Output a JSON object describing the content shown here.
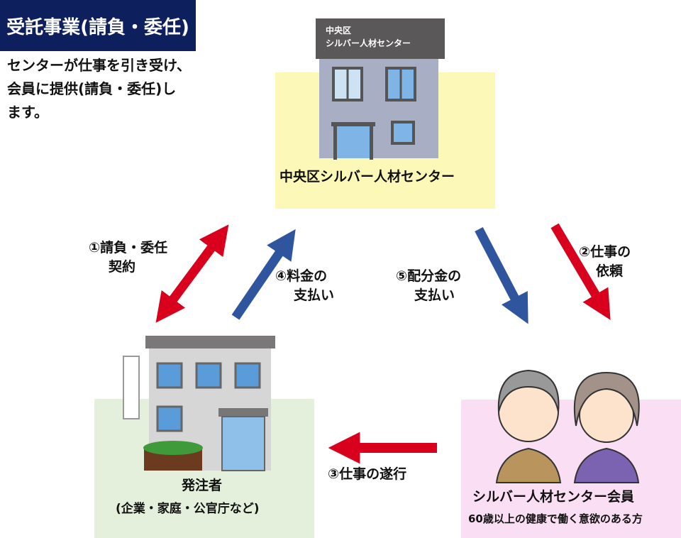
{
  "title": "受託事業(請負・委任)",
  "description": [
    "センターが仕事を引き受け、",
    "会員に提供(請負・委任)し",
    "ます。"
  ],
  "center": {
    "sign_lines": [
      "中央区",
      "シルバー人材センター"
    ],
    "label": "中央区シルバー人材センター"
  },
  "client": {
    "label": "発注者",
    "sublabel": "(企業・家庭・公官庁など)"
  },
  "member": {
    "label": "シルバー人材センター会員",
    "sublabel": "60歳以上の健康で働く意欲のある方"
  },
  "arrows": {
    "a1": [
      "①請負・委任",
      "契約"
    ],
    "a2": [
      "②仕事の",
      "依頼"
    ],
    "a3": [
      "③仕事の遂行"
    ],
    "a4": [
      "④料金の",
      "支払い"
    ],
    "a5": [
      "⑤配分金の",
      "支払い"
    ]
  },
  "colors": {
    "navy": "#0d1f5c",
    "red": "#d8001c",
    "blue": "#2f559f",
    "yellow": "#fbf8b8",
    "green": "#e4f0dc",
    "pink": "#fadff4"
  }
}
